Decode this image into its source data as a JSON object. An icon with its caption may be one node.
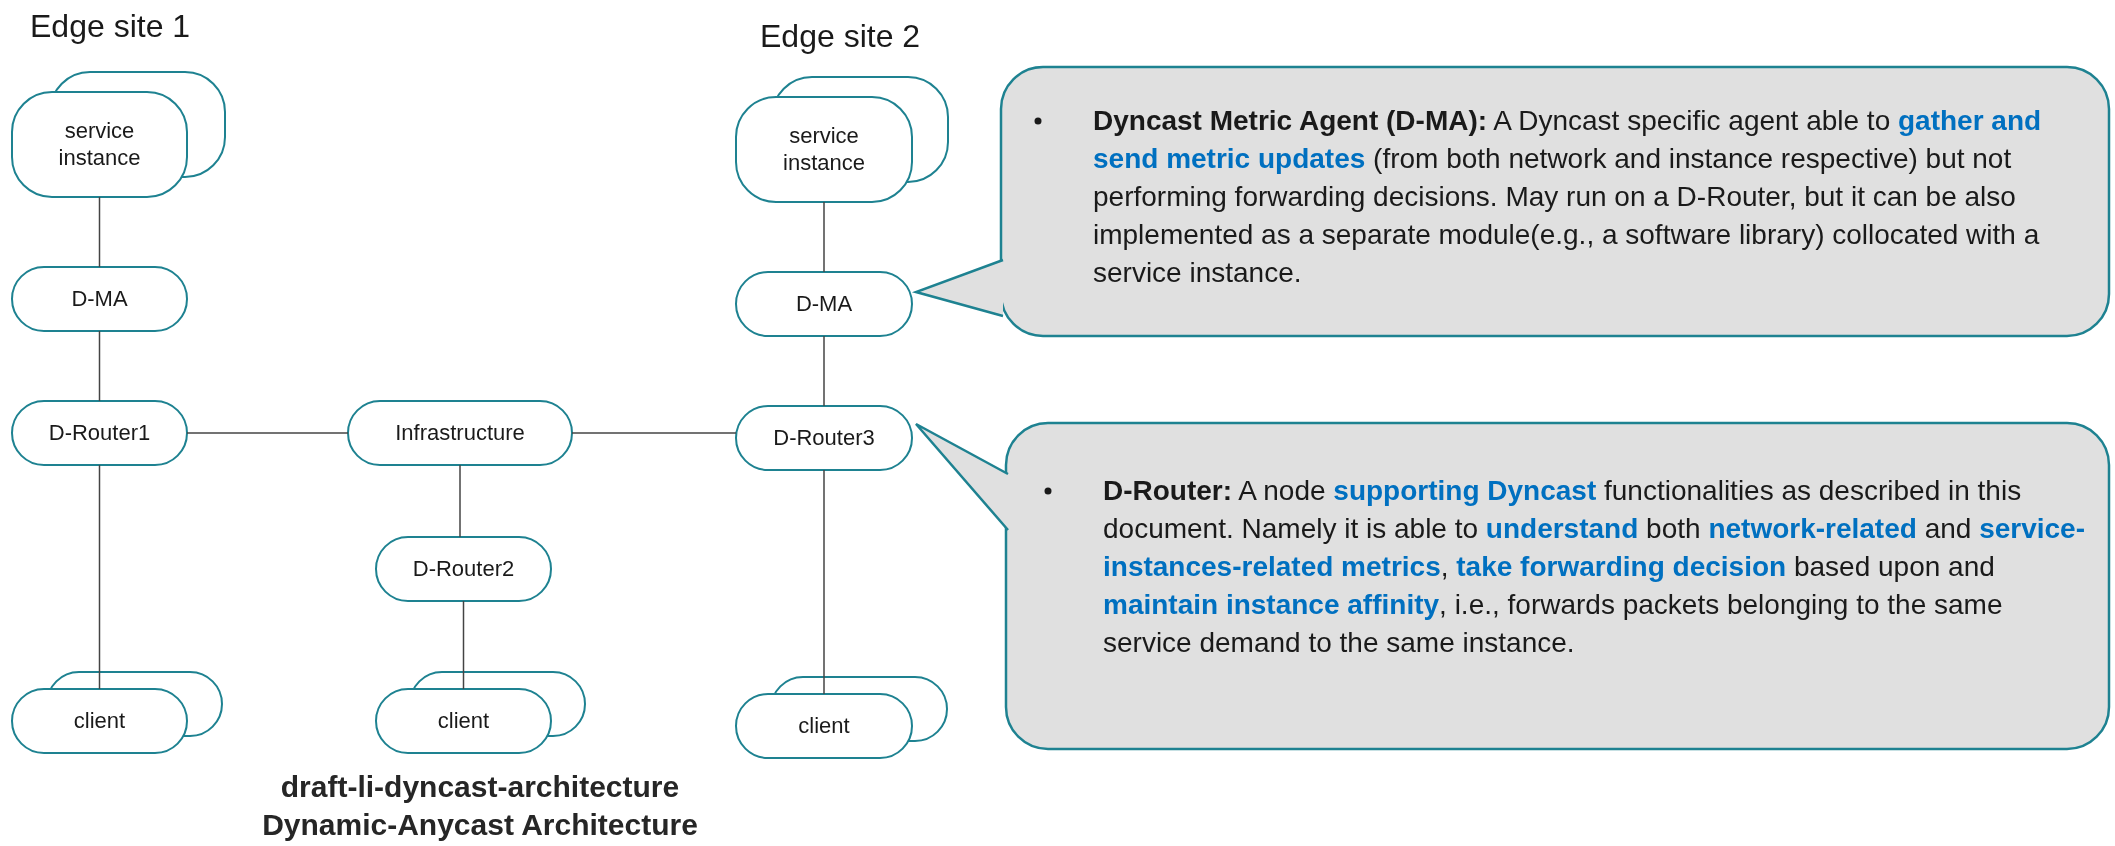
{
  "diagram": {
    "title": "draft-li-dyncast-architecture",
    "caption": "Dynamic-Anycast Architecture",
    "nodes": [
      {
        "text": [
          "service instance"
        ]
      },
      {
        "text": [
          "D-MA"
        ]
      },
      {
        "text": [
          "D-Router1"
        ]
      },
      {
        "text": [
          "client"
        ]
      },
      {
        "text": [
          "Infrastructure"
        ]
      },
      {
        "text": [
          "D-Router2"
        ]
      },
      {
        "text": [
          "client"
        ]
      },
      {
        "text": [
          "service instance"
        ]
      },
      {
        "text": [
          "D-MA"
        ]
      },
      {
        "text": [
          "D-Router3"
        ]
      },
      {
        "text": [
          "client"
        ]
      },
      {
        "text": [
          "**Dyncast Metric Agent (D-MA):** A Dyncast specific agent able to **gather and send metric updates** (from both network and instance respective) but not performing forwarding decisions. May run on a D-Router, but it can be also implemented as a separate module(e.g., a software library) collocated with a service instance."
        ]
      },
      {
        "text": [
          "**D-Router:**  A node **supporting Dyncast** functionalities as described in this document.  Namely it is able to **understand** both **network-related** and **service-instances-related metrics**, **take forwarding decision** based upon and **maintain instance affinity**, i.e., forwards  packets belonging to the same service demand to the same instance."
        ]
      }
    ],
    "edges": [
      {
        "from": 0,
        "to": 1,
        "arrow": "none"
      },
      {
        "from": 1,
        "to": 2,
        "arrow": "none"
      },
      {
        "from": 2,
        "to": 3,
        "arrow": "none"
      },
      {
        "from": 2,
        "to": 4,
        "arrow": "none"
      },
      {
        "from": 4,
        "to": 5,
        "arrow": "none"
      },
      {
        "from": 5,
        "to": 6,
        "arrow": "none"
      },
      {
        "from": 4,
        "to": 9,
        "arrow": "none"
      },
      {
        "from": 7,
        "to": 8,
        "arrow": "none"
      },
      {
        "from": 8,
        "to": 9,
        "arrow": "none"
      },
      {
        "from": 9,
        "to": 10,
        "arrow": "none"
      },
      {
        "from": 11,
        "to": 8,
        "arrow": "to"
      },
      {
        "from": 12,
        "to": 9,
        "arrow": "to"
      }
    ],
    "labels": [
      "Edge site 1",
      "Edge site 2"
    ]
  }
}
